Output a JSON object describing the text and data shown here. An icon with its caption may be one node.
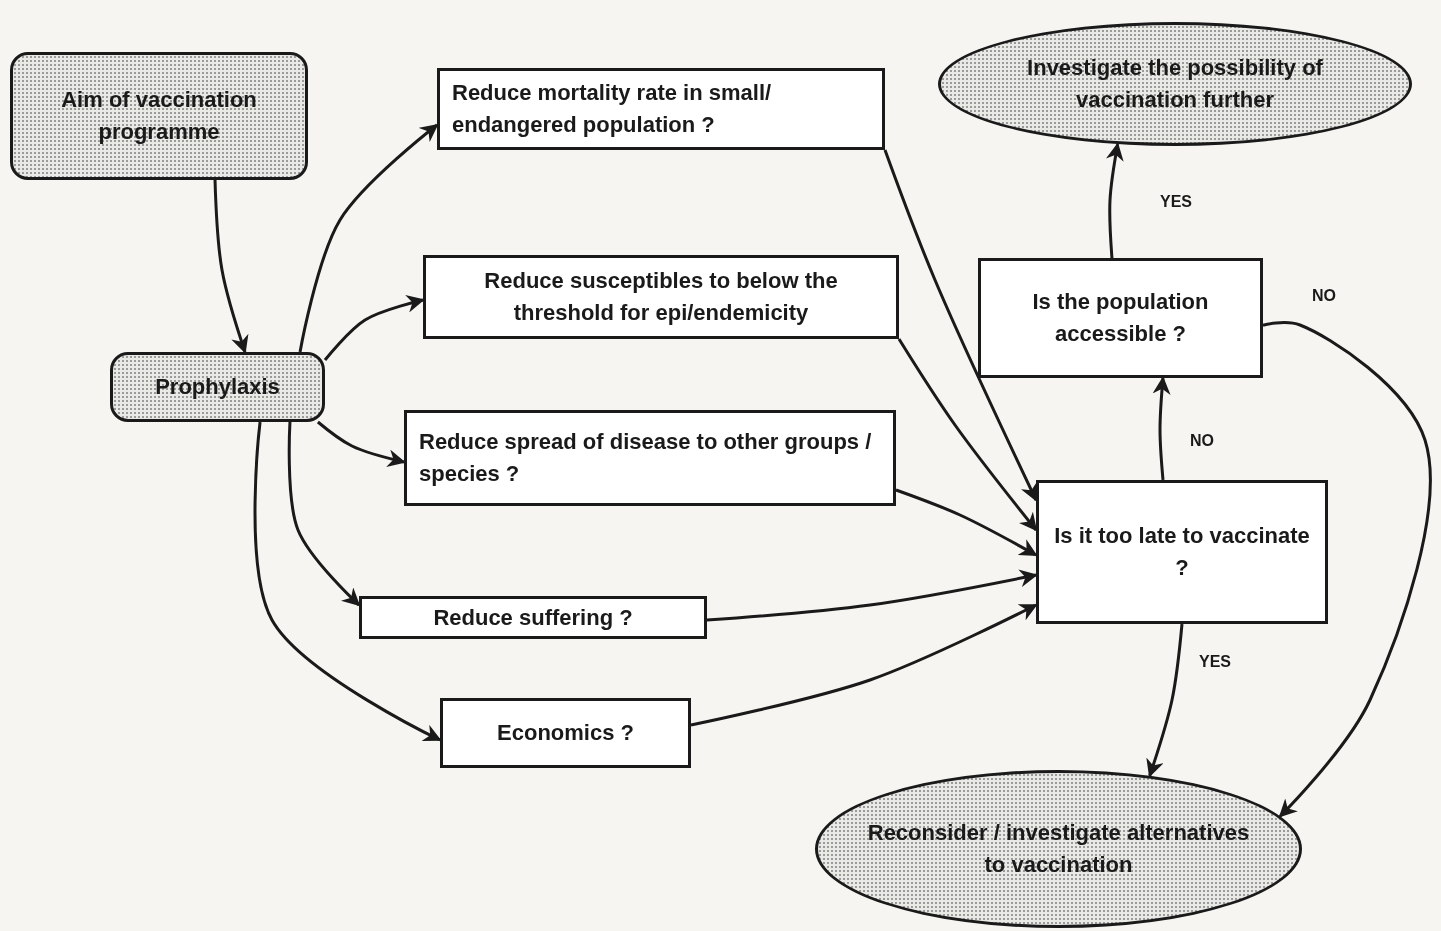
{
  "diagram": {
    "nodes": [
      {
        "text": [
          "Aim of vaccination programme"
        ]
      },
      {
        "text": [
          "Prophylaxis"
        ]
      },
      {
        "text": [
          "Reduce mortality rate in small/ endangered population ?"
        ]
      },
      {
        "text": [
          "Reduce susceptibles to below the threshold for epi/endemicity"
        ]
      },
      {
        "text": [
          "Reduce spread of disease to other groups / species ?"
        ]
      },
      {
        "text": [
          "Reduce suffering ?"
        ]
      },
      {
        "text": [
          "Economics ?"
        ]
      },
      {
        "text": [
          "Investigate the possibility of vaccination further"
        ]
      },
      {
        "text": [
          "Is the population accessible ?"
        ]
      },
      {
        "text": [
          "Is it too late to vaccinate ?"
        ]
      },
      {
        "text": [
          "Reconsider / investigate alternatives to vaccination"
        ]
      }
    ],
    "edges": [
      {
        "from": 0,
        "to": 1,
        "arrow": "to"
      },
      {
        "from": 1,
        "to": 2,
        "arrow": "to"
      },
      {
        "from": 1,
        "to": 3,
        "arrow": "to"
      },
      {
        "from": 1,
        "to": 4,
        "arrow": "to"
      },
      {
        "from": 1,
        "to": 5,
        "arrow": "to"
      },
      {
        "from": 1,
        "to": 6,
        "arrow": "to"
      },
      {
        "from": 2,
        "to": 9,
        "arrow": "to"
      },
      {
        "from": 3,
        "to": 9,
        "arrow": "to"
      },
      {
        "from": 4,
        "to": 9,
        "arrow": "to"
      },
      {
        "from": 5,
        "to": 9,
        "arrow": "to"
      },
      {
        "from": 6,
        "to": 9,
        "arrow": "to"
      },
      {
        "from": 9,
        "to": 8,
        "label": "NO",
        "arrow": "to"
      },
      {
        "from": 8,
        "to": 7,
        "label": "YES",
        "arrow": "to"
      },
      {
        "from": 9,
        "to": 10,
        "label": "YES",
        "arrow": "to"
      },
      {
        "from": 8,
        "to": 10,
        "label": "NO",
        "arrow": "to"
      }
    ]
  }
}
